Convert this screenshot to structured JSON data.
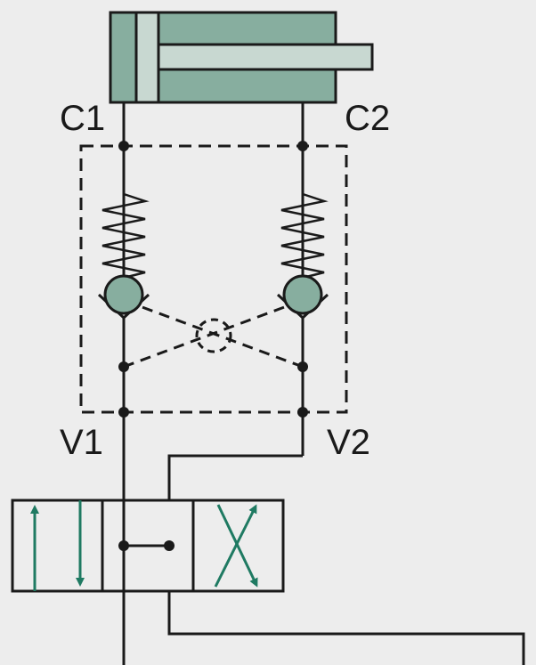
{
  "colors": {
    "background": "#ededed",
    "line": "#1a1a1a",
    "cylinder_fill": "#87ae9f",
    "rod_fill": "#c8d8d1",
    "ball_fill": "#87ae9f",
    "arrow": "#1f7a62"
  },
  "labels": {
    "c1": "C1",
    "c2": "C2",
    "v1": "V1",
    "v2": "V2"
  },
  "symbols": {
    "cylinder": "double-acting-cylinder",
    "check_valves": "pilot-operated-check-valve-pair",
    "directional_valve": "3-position-4-way-valve"
  }
}
